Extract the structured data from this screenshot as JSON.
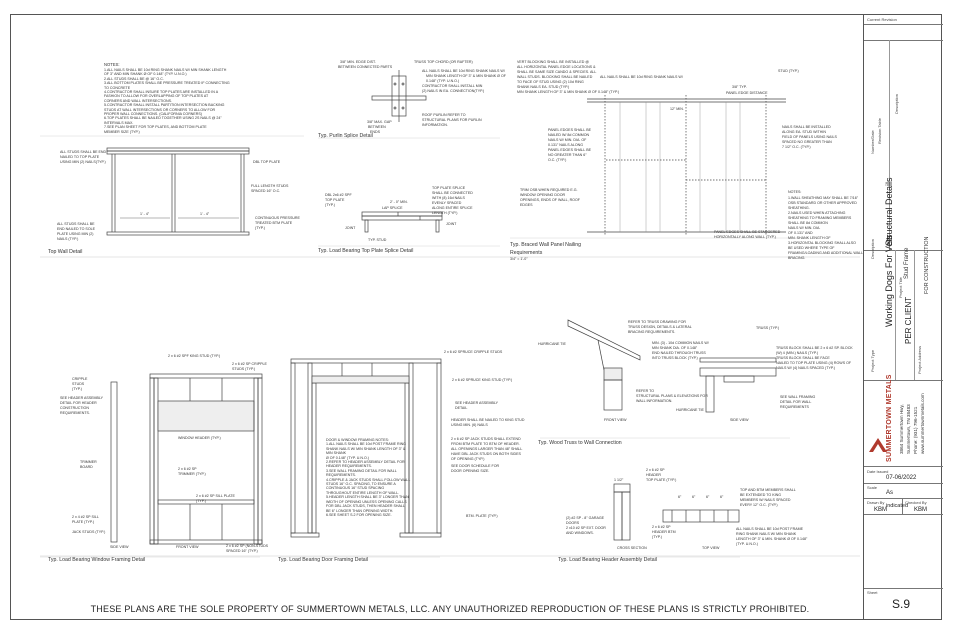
{
  "footer_notice": "THESE PLANS ARE THE SOLE PROPERTY OF SUMMERTOWN METALS, LLC. ANY UNAUTHORIZED REPRODUCTION OF THESE PLANS IS STRICTLY PROHIBITED.",
  "title_block": {
    "current_revision_label": "Current Revision",
    "revision_table_label": "Revision Table",
    "number_date_label": "Number/Date",
    "description_label": "Description",
    "project_type_label": "Project Type",
    "project_type_value": "Stud Frame",
    "project_title_label": "Project Title",
    "project_title_value": "Working Dogs For Vets",
    "drawing_title_value": "Structural Details",
    "project_address_label": "Project Address",
    "project_address_value": "PER CLIENT",
    "status_value": "FOR CONSTRUCTION",
    "company_name": "SUMMERTOWN METALS",
    "company_address_1": "3864 Summertown Hwy,",
    "company_address_2": "Summertown, TN 38483",
    "company_phone": "Phone: (931) 796-1521",
    "company_web": "www.summertownmetals.com",
    "date_issued_label": "Date Issued",
    "date_issued_value": "07-06/2022",
    "scale_label": "Scale",
    "scale_value": "As",
    "scale_value_2": "indicated",
    "drawn_by_label": "Drawn By",
    "drawn_by_value": "KBM",
    "checked_by_label": "Checked By",
    "checked_by_value": "KBM",
    "sheet_label": "Sheet",
    "sheet_value": "S.9"
  },
  "details": {
    "top_wall": {
      "title": "Top Wall Detail",
      "notes_heading": "NOTES:",
      "notes": [
        "1.ALL NAILS SHALL BE 10d RING SHANK NAILS W/ MIN SHANK LENGTH",
        "OF 3\" AND MIN SHANK Ø OF 0.148\" (TYP. U.N.O.)",
        "2.ALL STUDS SHALL BE @ 16\" O.C.",
        "3.ALL BOTTOM PLATES SHALL BE PRESSURE TREATED IF CONNECTING",
        "TO CONCRETE",
        "4.CONTRACTOR SHALL INSURE TOP PLATES ARE INSTALLED IN A",
        "FASHION TO ALLOW FOR OVERLAPPING OF TOP PLATES AT",
        "CORNERS AND WALL INTERSECTIONS.",
        "5.CONTRACTOR SHALL INSTALL PARTITION INTERSECTION BACKING",
        "STUDS AT WALL INTERSECTIONS OR CORNERS TO ALLOW FOR",
        "PROPER WALL CONNECTIONS. (CALIFORNIA CORNERS)",
        "6.TOP PLATES SHALL BE NAILED TOGETHER USING 2S NAILS @ 24\"",
        "INTERVALS MAX.",
        "7.SEE PLAN SHEET FOR TOP PLATES, AND BOTTOM PLATE",
        "MEMBER SIZE (TYP.)"
      ],
      "callouts": [
        "ALL STUDS SHALL BE END",
        "NAILED TO TOP PLATE",
        "USING MIN (2) NAILS(TYP.)",
        "DBL TOP PLATE",
        "FULL LENGTH STUDS",
        "SPACED 16\" O.C.",
        "ALL STUDS SHALL BE",
        "END NAILED TO SOLE",
        "PLATE USING MIN (2)",
        "NAILS (TYP.)",
        "CONTINUOUS PRESSURE",
        "TREATED BTM PLATE",
        "(TYP.)"
      ],
      "dims": [
        "1' - 4\"",
        "1' - 4\""
      ]
    },
    "purlin": {
      "title": "Typ. Purlin Splice Detail",
      "callouts": [
        "3/8\" MIN. EDGE DIST.",
        "BETWEEN CONNECTED PARTS",
        "TRUSS TOP CHORD (OR RAFTER)",
        "ALL NAILS SHALL BE 10d RING SHANK NAILS W/",
        "MIN SHANK LENGTH OF 3\" & MIN SHANK Ø OF",
        "0.148\" (TYP. U.N.O.)",
        "CONTRACTOR SHALL INSTALL MIN",
        "(2) NAILS IN EA. CONNECTION(TYP.)",
        "ROOF PURLIN REFER TO",
        "STRUCTURAL PLANS FOR PURLIN",
        "INFORMATION.",
        "3/8\" MAX. GAP",
        "BETWEEN",
        "ENDS"
      ]
    },
    "top_plate_splice": {
      "title": "Typ. Load Bearing Top Plate Splice Detail",
      "callouts": [
        "DBL 2x6 #2 SPF",
        "TOP PLATE",
        "(TYP.)",
        "TOP PLATE SPLICE",
        "SHALL BE CONNECTED",
        "WITH (8) 16d NAILS",
        "EVENLY SPACED",
        "ALONG ENTIRE SPLICE",
        "LENGTH (TYP.)",
        "2' - 0\" MIN.",
        "LAP SPLICE",
        "JOINT",
        "JOINT",
        "TYP. STUD"
      ]
    },
    "braced_wall": {
      "title": "Typ. Braced Wall Panel Nailing",
      "title_2": "Requirements",
      "scale": "3/4\" = 1'-0\"",
      "callouts": [
        "VERT BLOCKING SHALL BE INSTALLED @",
        "ALL HORIZONTAL PANEL EDGE LOCATIONS &",
        "SHALL BE SAME SIZE CANDO & SPECIES. ALL",
        "WALL STUDS. BLOCKING SHALL BE NAILED",
        "TO FACE OF STUD USING (2) 10d RING",
        "SHANK NAILS EA. STUD (TYP.)",
        "ALL NAILS SHALL BE 10d RING SHANK NAILS W/",
        "MIN SHANK LENGTH OF 3\" & MIN SHANK Ø OF 0.148\" (TYP.)",
        "STUD (TYP.)",
        "3/8\" TYP.",
        "PANEL EDGE DISTANCE",
        "12\" MIN.",
        "PANEL EDGES SHALL BE",
        "NAILED W/ 8d COMMON",
        "NAILS W/ MIN. DIA. OF",
        "0.131\" NAILS ALONG",
        "PANEL EDGES SHALL BE",
        "NO GREATER THAN 6\"",
        "O.C. (TYP.)",
        "NAILS SHALL BE INSTALLED",
        "ALONG EA. STUD WITHIN",
        "FIELD OF PANELS USING NAILS",
        "SPACED NO GREATER THAN",
        "7 1/2\" O.C. (TYP.)",
        "TRIM OSB WHEN REQUIRED E.G.",
        "WINDOW OPENING DOOR",
        "OPENINGS, ENDS OF WALL, ROOF",
        "EDGES",
        "PANEL EDGES SHALL BE STAGGERED",
        "HORIZONTALLY ALONG WALL (TYP.)",
        "NOTES:",
        "1.WALL SHEATHING MAY SHALL BE 7/16\"",
        "OSB STANDARD OR OTHER APPROVED",
        "SHEATHING.",
        "2.NAILS USED WHEN ATTACHING",
        "SHEATHING TO FRAMING MEMBERS",
        "SHALL BE 8d COMMON",
        "NAILS W/ MIN. DIA.",
        "OF 0.131\" AND",
        "MIN. SHANK LENGTH OF",
        "3.HORIZONTAL BLOCKING SHALL ALSO",
        "BE USED WHERE TYPE OF",
        "FRAMING/LOADING AND ADDITIONAL WALL",
        "BRACING."
      ]
    },
    "window": {
      "title": "Typ. Load Bearing Window Framing Detail",
      "callouts": [
        "2 x 6 #2 SPF KING STUD (TYP.)",
        "2 x 6 #2 SP CRIPPLE",
        "STUDS (TYP.)",
        "CRIPPLE",
        "STUDS",
        "(TYP.)",
        "SEE HEADER ASSEMBLY",
        "DETAIL FOR HEADER",
        "CONSTRUCTION",
        "REQUIREMENTS.",
        "WINDOW HEADER (TYP.)",
        "TRIMMER",
        "BOARD",
        "2 x 6 #2 SP",
        "TRIMMER (TYP.)",
        "2 x 6 #2 SP SILL PLATE",
        "(TYP.)",
        "2 x 4 #2 SP SILL",
        "PLATE (TYP.)",
        "JACK STUDS (TYP.)",
        "2 x 6 #2 SP (NON-STUDS",
        "SPACED 16\" (TYP.)",
        "SIDE VIEW",
        "FRONT VIEW"
      ]
    },
    "door": {
      "title": "Typ. Load Bearing Door Framing Detail",
      "callouts": [
        "2 x 6 #2 SPRUCE CRIPPLE STUDS",
        "2 x 6 #2 SPRUCE KING STUD (TYP.)",
        "SEE HEADER ASSEMBLY",
        "DETAIL",
        "HEADER SHALL BE NAILED TO KING STUD",
        "USING MIN. (6) NAILS",
        "2 x 6 #2 SP JACK STUDS SHALL EXTEND",
        "FROM BTM PLATE TO BTM OF HEADER.",
        "ALL OPENINGS LARGER THAN 48\" SHALL",
        "HAVE DBL JACK STUDS ON BOTH SIDES",
        "OF OPENING (TYP.)",
        "SEE DOOR SCHEDULE FOR",
        "DOOR OPENING SIZE.",
        "BTM. PLATE (TYP.)",
        "DOOR & WINDOW FRAMING NOTES:",
        "1.ALL NAILS SHALL BE 10d POST FRAME RING",
        "SHANK NAILS W/ MIN SHANK LENGTH OF 3\" &",
        "MIN SHANK",
        "Ø OF 0.148\" (TYP. U.N.O.)",
        "2.REFER TO HEADER ASSEMBLY DETAIL FOR",
        "HEADER REQUIREMENTS.",
        "3.SEE WALL FRAMING DETAIL FOR WALL",
        "REQUIREMENTS.",
        "4.CRIPPLE & JACK STUDS SHALL FOLLOW WALL",
        "STUDS 16\" O.C. SPACING, TO ENSURE A",
        "CONTINUOUS 16\" STUD SPACING",
        "THROUGHOUT ENTIRE LENGTH OF WALL.",
        "5.HEADER LENGTH SHALL BE 3\" LONGER THAN",
        "WIDTH OF OPENING UNLESS OPENING CALLS",
        "FOR DBL JACK STUDS, THEN HEADER SHALL",
        "BE 6\" LONGER THAN OPENING WIDTH.",
        "6.SEE SHEET S.2 FOR OPENING SIZE."
      ]
    },
    "truss": {
      "title": "Typ. Wood Truss to Wall Connection",
      "callouts": [
        "REFER TO TRUSS DRAWING FOR",
        "TRUSS DESIGN, DETAILS & LATERAL",
        "BRACING REQUIREMENTS.",
        "TRUSS (TYP.)",
        "HURRICANE TIE",
        "MIN. (3) - 10d COMMON NAILS W/",
        "MIN SHANK DIA. OF 0.148\"",
        "END NAILED THROUGH TRUSS",
        "INTO TRUSS BLOCK (TYP.)",
        "TRUSS BLOCK SHALL BE 2 x 6 #2 SP. BLOCK",
        "(W) 4 (MIN.) NAILS (TYP.)",
        "TRUSS BLOCK SHALL BE FACE",
        "NAILED TO TOP PLATE USING (4) ROWS OF",
        "NAILS W/ (4) NAILS SPACED (TYP.)",
        "REFER TO",
        "STRUCTURAL PLANS & ELEVATIONS FOR",
        "WALL INFORMATION.",
        "HURRICANE TIE",
        "SEE WALL FRAMING",
        "DETAIL FOR WALL",
        "REQUIREMENTS",
        "FRONT VIEW",
        "SIDE VIEW"
      ]
    },
    "header": {
      "title": "Typ. Load Bearing Header Assembly Detail",
      "callouts": [
        "2 x 6 #2 SP",
        "HEADER",
        "TOP PLATE (TYP.)",
        "1 1/2\"",
        "6\"",
        "6\"",
        "6\"",
        "6\"",
        "TOP AND BTM MEMBERS SHALL",
        "BE EXTENDED TO KING",
        "MEMBERS W/ NAILS SPACED",
        "EVERY 12\" O.C. (TYP.)",
        "2 x 6 #2 SP",
        "HEADER BTM",
        "(TYP.)",
        "(2) #2 SP - 8'' GARAGE",
        "DOORS",
        "2 x10 #2 SP EXT. DOOR",
        "AND WINDOWS.",
        "ALL NAILS SHALL BE 10d POST FRAME",
        "RING SHANK NAILS W/ MIN SHANK",
        "LENGTH OF 3\" & MIN. SHANK Ø OF 0.148\"",
        "(TYP. U.N.O.)",
        "CROSS SECTION",
        "TOP VIEW"
      ]
    }
  }
}
